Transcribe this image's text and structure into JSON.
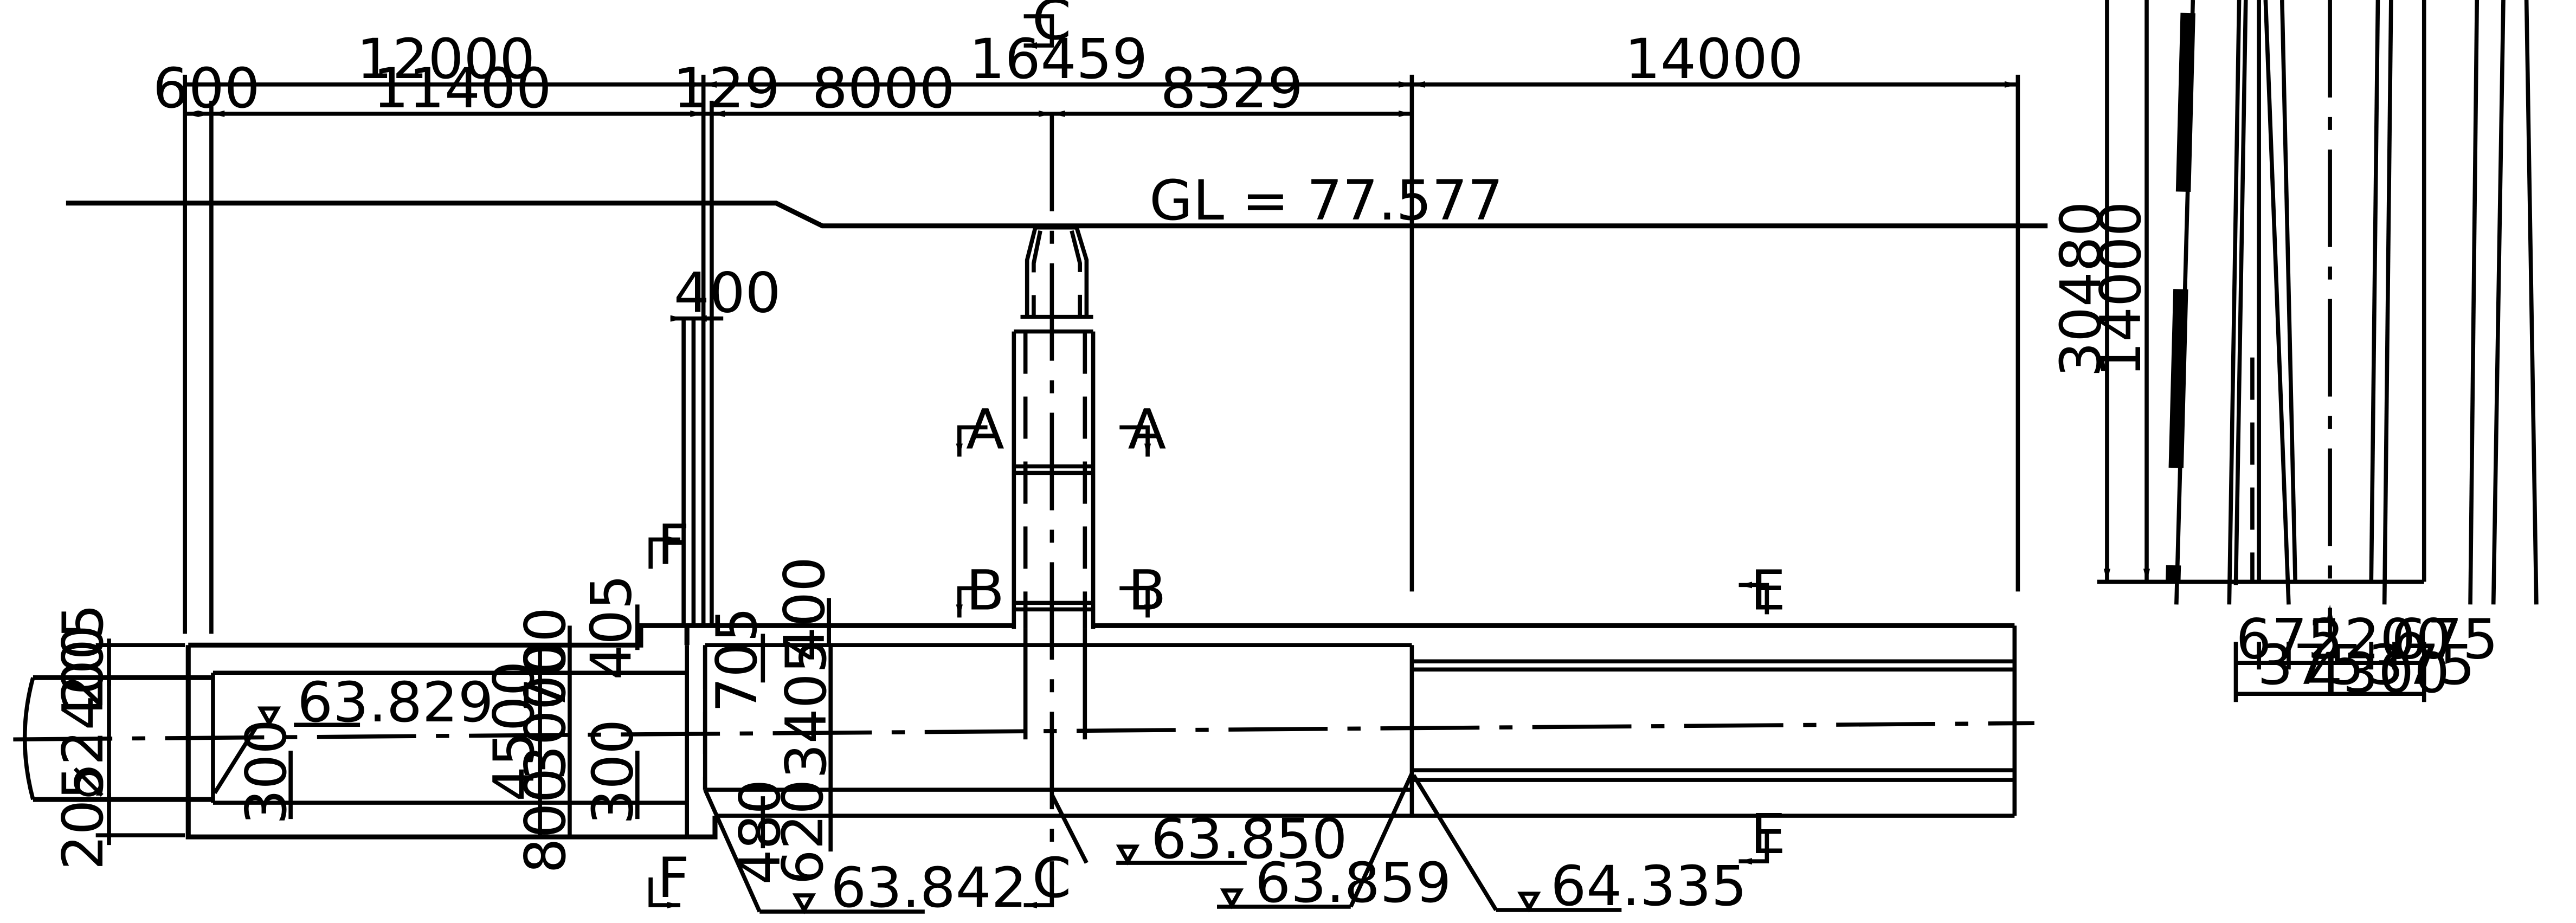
{
  "dimensions": {
    "top_total": [
      "12000",
      "16459",
      "14000"
    ],
    "top_sub": [
      "600",
      "11400",
      "129",
      "8000",
      "8329"
    ],
    "d400_wall": "400",
    "d405": "405",
    "d400_top": "400",
    "d700": "700",
    "d705": "705",
    "d4500": "4500",
    "d3000": "3000",
    "d3405": "3405",
    "d800": "800",
    "d480": "480",
    "d620": "620",
    "d300a": "300",
    "d300b": "300",
    "d205_top": "205",
    "d205_bot": "205",
    "pipe_dia": "⌀2400",
    "side_30480": "30480",
    "side_14000": "14000",
    "side_675a": "675",
    "side_2200": "2200",
    "side_675b": "675",
    "side_375a": "375",
    "side_375b": "375",
    "side_4300": "4300"
  },
  "ground_level": "GL = 77.577",
  "elevations": [
    "63.829",
    "63.850",
    "63.842",
    "63.859",
    "64.335"
  ],
  "sections": {
    "A_left": "A",
    "A_right": "A",
    "B_left": "B",
    "B_right": "B",
    "C_top": "C",
    "C_bottom": "C",
    "E_top": "E",
    "E_bottom": "E",
    "F_top": "F",
    "F_bottom": "F"
  }
}
